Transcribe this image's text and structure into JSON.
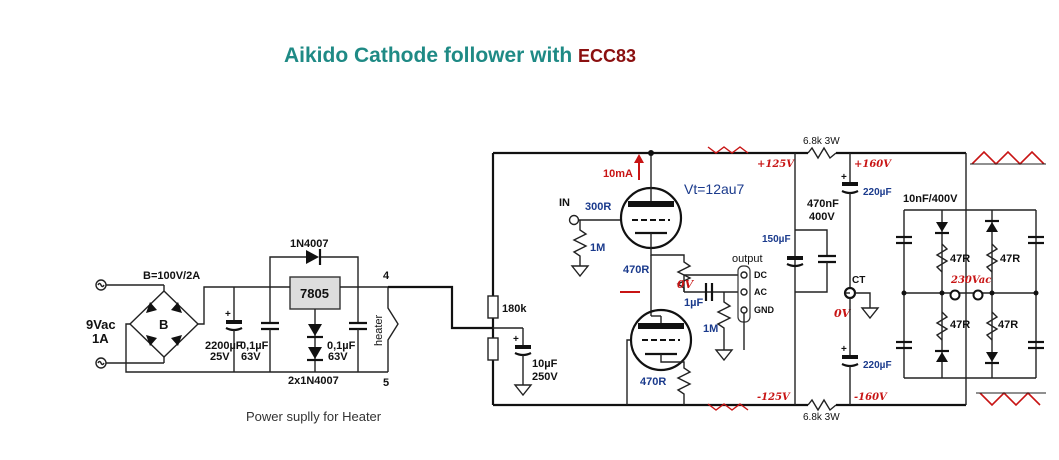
{
  "title": {
    "main": "Aikido Cathode follower with",
    "model": "ECC83"
  },
  "labels": {
    "bridge_rating": "B=100V/2A",
    "bridge": "B",
    "input_voltage": "9Vac",
    "input_current": "1A",
    "diode_top": "1N4007",
    "regulator": "7805",
    "diode_pair": "2x1N4007",
    "c1_value": "2200µF",
    "c1_voltage": "25V",
    "c2_value": "0,1µF",
    "c2_voltage": "63V",
    "c3_value": "0,1µF",
    "c3_voltage": "63V",
    "heater": "heater",
    "node4": "4",
    "node5": "5",
    "psu_caption": "Power suplly for Heater",
    "r_180k": "180k",
    "c_10u": "10µF",
    "c_10u_v": "250V",
    "in": "IN",
    "r_300": "300R",
    "r_1m_in": "1M",
    "current": "10mA",
    "tube_type": "Vt=12au7",
    "r_470_top": "470R",
    "r_470_bot": "470R",
    "c_1u": "1µF",
    "r_1m_out": "1M",
    "zero_v_left": "0V",
    "output": "output",
    "out_dc": "DC",
    "out_ac": "AC",
    "out_gnd": "GND",
    "plus125": "+125V",
    "minus125": "-125V",
    "r_6k8_top": "6.8k 3W",
    "r_6k8_bot": "6.8k 3W",
    "plus160": "+160V",
    "minus160": "-160V",
    "c_150u": "150µF",
    "c_470n": "470nF",
    "c_470n_v": "400V",
    "c_220u_top": "220µF",
    "c_220u_bot": "220µF",
    "ct": "CT",
    "zero_v_right": "0V",
    "c_10n": "10nF/400V",
    "r47_tl": "47R",
    "r47_tr": "47R",
    "r47_bl": "47R",
    "r47_br": "47R",
    "mains": "230Vac"
  },
  "colors": {
    "title": "#1f8a85",
    "model": "#8b1010",
    "voltage_label": "#c81414",
    "value_label": "#1a3a8c"
  }
}
